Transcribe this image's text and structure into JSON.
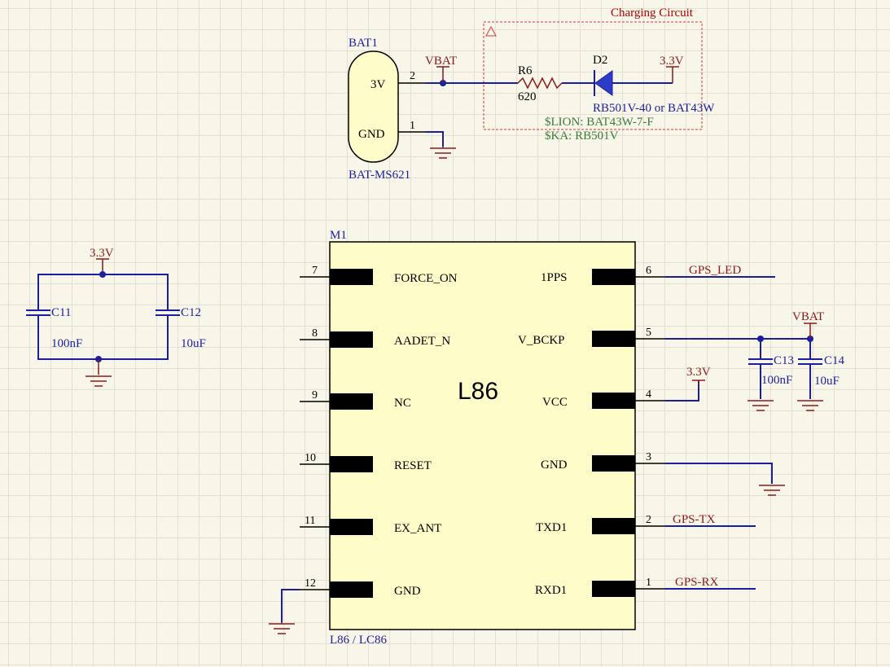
{
  "charging_circuit": {
    "title": "Charging Circuit",
    "battery": {
      "ref": "BAT1",
      "part": "BAT-MS621",
      "pin_3v": "3V",
      "pin_gnd": "GND",
      "pin2_num": "2",
      "pin1_num": "1"
    },
    "vbat_label": "VBAT",
    "resistor": {
      "ref": "R6",
      "value": "620"
    },
    "diode": {
      "ref": "D2",
      "value": "RB501V-40 or BAT43W",
      "lion": "$LION: BAT43W-7-F",
      "ka": "$KA: RB501V"
    },
    "supply_label": "3.3V"
  },
  "decoupling": {
    "supply_label": "3.3V",
    "c11": {
      "ref": "C11",
      "value": "100nF"
    },
    "c12": {
      "ref": "C12",
      "value": "10uF"
    }
  },
  "module": {
    "ref": "M1",
    "center_label": "L86",
    "part": "L86 / LC86",
    "left_pins": [
      {
        "num": "7",
        "name": "FORCE_ON"
      },
      {
        "num": "8",
        "name": "AADET_N"
      },
      {
        "num": "9",
        "name": "NC"
      },
      {
        "num": "10",
        "name": "RESET"
      },
      {
        "num": "11",
        "name": "EX_ANT"
      },
      {
        "num": "12",
        "name": "GND"
      }
    ],
    "right_pins": [
      {
        "num": "6",
        "name": "1PPS"
      },
      {
        "num": "5",
        "name": "V_BCKP"
      },
      {
        "num": "4",
        "name": "VCC"
      },
      {
        "num": "3",
        "name": "GND"
      },
      {
        "num": "2",
        "name": "TXD1"
      },
      {
        "num": "1",
        "name": "RXD1"
      }
    ]
  },
  "nets": {
    "gps_led": "GPS_LED",
    "gps_tx": "GPS-TX",
    "gps_rx": "GPS-RX",
    "vbat": "VBAT",
    "vcc_supply": "3.3V"
  },
  "backup": {
    "c13": {
      "ref": "C13",
      "value": "100nF"
    },
    "c14": {
      "ref": "C14",
      "value": "10uF"
    }
  }
}
